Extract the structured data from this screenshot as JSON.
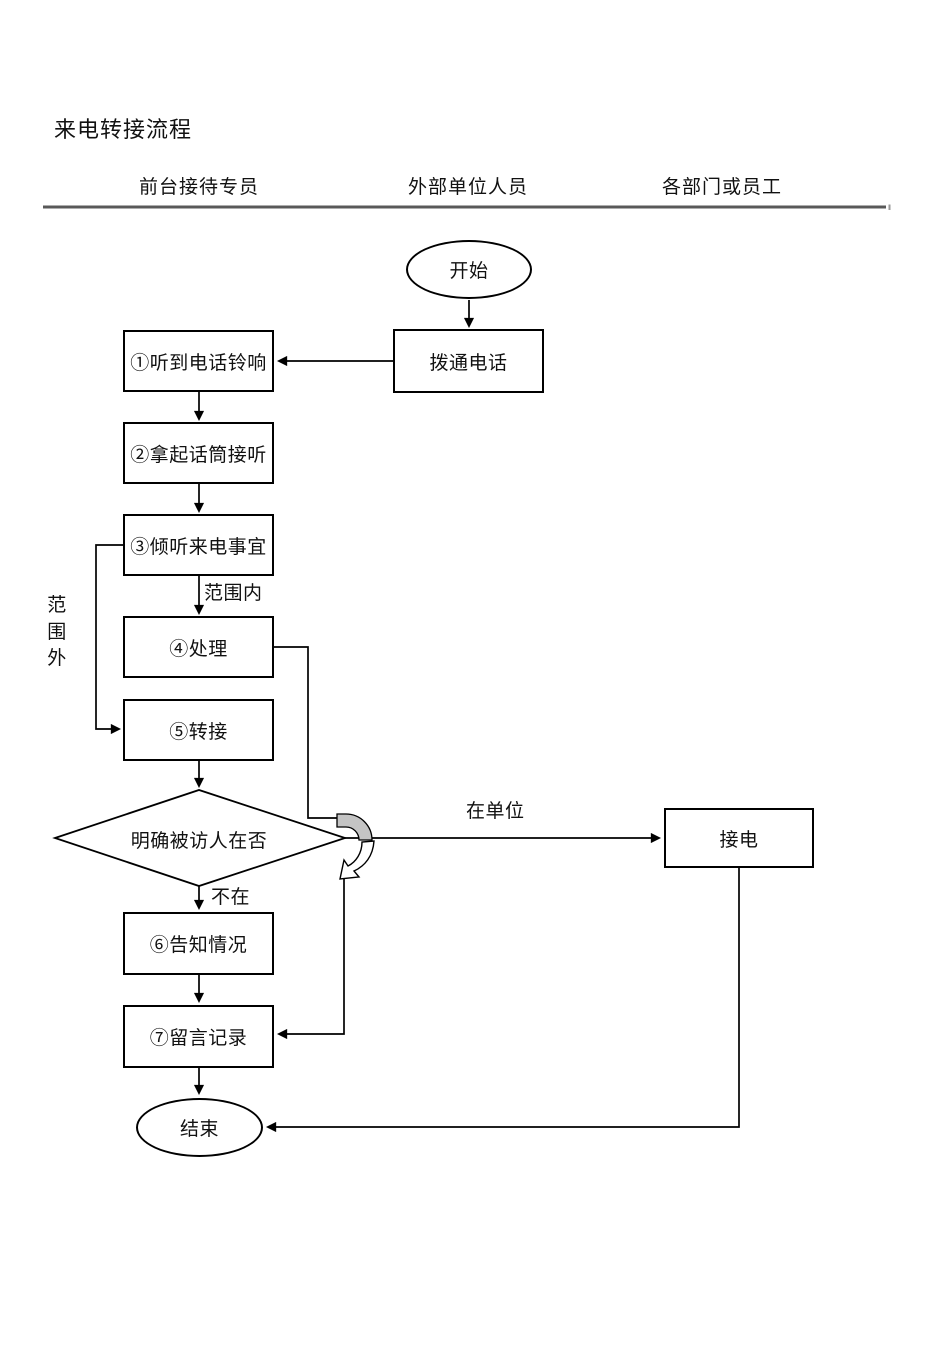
{
  "page": {
    "title": "来电转接流程"
  },
  "lanes": {
    "headers": [
      "前台接待专员",
      "外部单位人员",
      "各部门或员工"
    ]
  },
  "nodes": {
    "start": {
      "label": "开始",
      "shape": "terminator"
    },
    "dial": {
      "label": "拨通电话",
      "shape": "process"
    },
    "step1": {
      "label": "①听到电话铃响",
      "shape": "process"
    },
    "step2": {
      "label": "②拿起话筒接听",
      "shape": "process"
    },
    "step3": {
      "label": "③倾听来电事宜",
      "shape": "process"
    },
    "step4": {
      "label": "④处理",
      "shape": "process"
    },
    "step5": {
      "label": "⑤转接",
      "shape": "process"
    },
    "decision": {
      "label": "明确被访人在否",
      "shape": "decision"
    },
    "step6": {
      "label": "⑥告知情况",
      "shape": "process"
    },
    "step7": {
      "label": "⑦留言记录",
      "shape": "process"
    },
    "answer": {
      "label": "接电",
      "shape": "process"
    },
    "end": {
      "label": "结束",
      "shape": "terminator"
    }
  },
  "edge_labels": {
    "in_scope": "范围内",
    "out_of_scope": "范围外",
    "present": "在单位",
    "absent": "不在"
  },
  "colors": {
    "line": "#000000",
    "lane_rule": "#595959",
    "swirl_fill": "#c4c4c4",
    "background": "#ffffff"
  }
}
